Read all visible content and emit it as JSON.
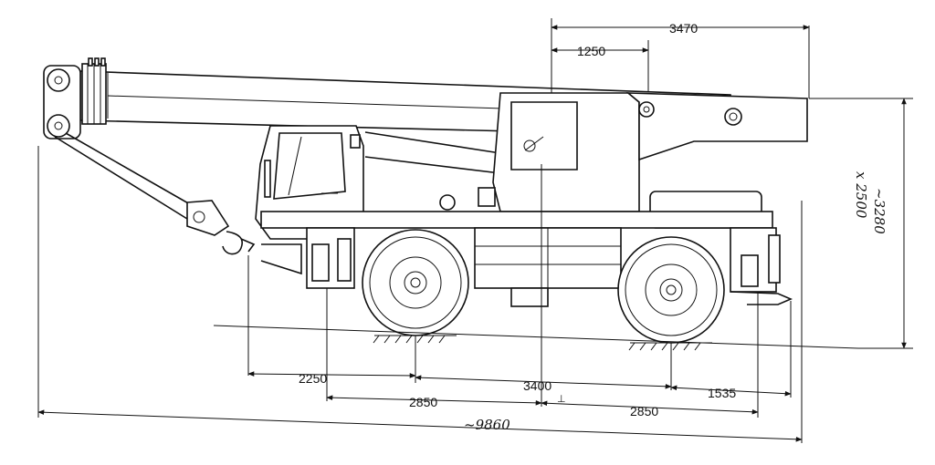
{
  "dimensions": {
    "top_overall": "3470",
    "top_partial": "1250",
    "height_max": "~3280",
    "height_min": "x 2500",
    "front_overhang": "2250",
    "wheelbase": "3400",
    "axle_front": "2850",
    "axle_rear": "2850",
    "rear_overhang": "1535",
    "overall_length": "~9860"
  },
  "marks": {
    "center_tick": "⊥"
  }
}
